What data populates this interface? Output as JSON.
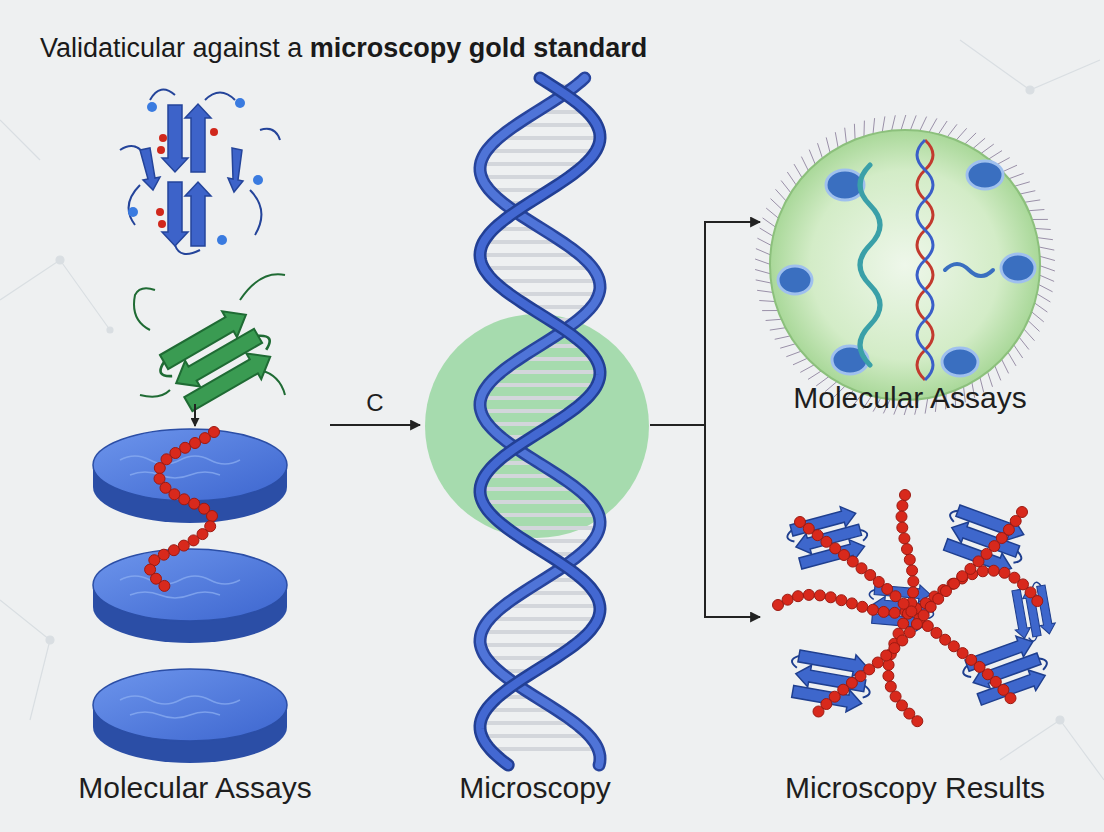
{
  "diagram": {
    "title": "Validaticular against a microscopy gold standard",
    "nodes": [
      {
        "text": [
          "Molecular Assays"
        ]
      },
      {
        "text": [
          "Microscopy"
        ]
      },
      {
        "text": [
          "Molecular Assays"
        ]
      },
      {
        "text": [
          "Microscopy Results"
        ]
      }
    ],
    "edges": [
      {
        "from": 0,
        "to": 1,
        "label": "C",
        "arrow": "to"
      },
      {
        "from": 1,
        "to": 2,
        "arrow": "to"
      },
      {
        "from": 1,
        "to": 3,
        "arrow": "to"
      }
    ]
  }
}
